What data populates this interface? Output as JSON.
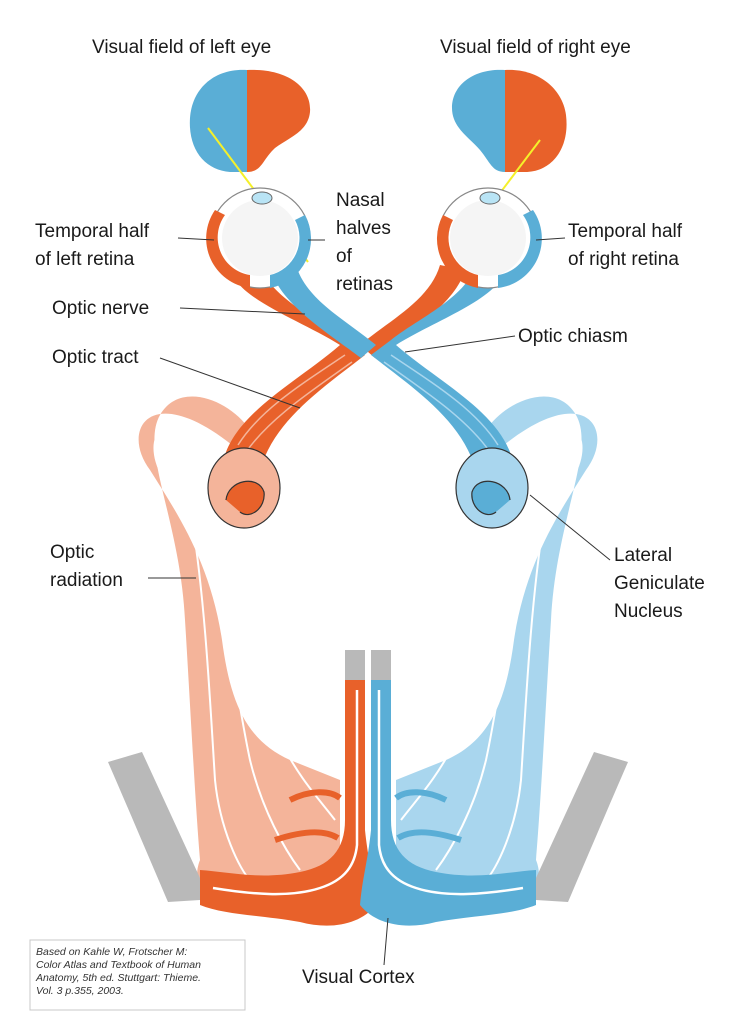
{
  "labels": {
    "visual_field_left": "Visual field of left eye",
    "visual_field_right": "Visual field of right eye",
    "temporal_left_1": "Temporal half",
    "temporal_left_2": "of left retina",
    "nasal_1": "Nasal",
    "nasal_2": "halves",
    "nasal_3": "of",
    "nasal_4": "retinas",
    "temporal_right_1": "Temporal half",
    "temporal_right_2": "of right retina",
    "optic_nerve": "Optic nerve",
    "optic_chiasm": "Optic chiasm",
    "optic_tract": "Optic tract",
    "optic_radiation_1": "Optic",
    "optic_radiation_2": "radiation",
    "lgn_1": "Lateral",
    "lgn_2": "Geniculate",
    "lgn_3": "Nucleus",
    "visual_cortex": "Visual Cortex"
  },
  "citation": {
    "line1": "Based on Kahle W, Frotscher M:",
    "line2": "Color Atlas and Textbook of Human",
    "line3": "Anatomy, 5th ed. Stuttgart: Thieme.",
    "line4": "Vol. 3 p.355, 2003."
  },
  "colors": {
    "blue": "#5aaed6",
    "blue_light": "#a9d6ee",
    "blue_dark": "#2f86b3",
    "orange": "#e8612a",
    "orange_light": "#f4b49a",
    "orange_dark": "#c94a17",
    "gray": "#b9b9b9",
    "yellow": "#f5f02a"
  }
}
